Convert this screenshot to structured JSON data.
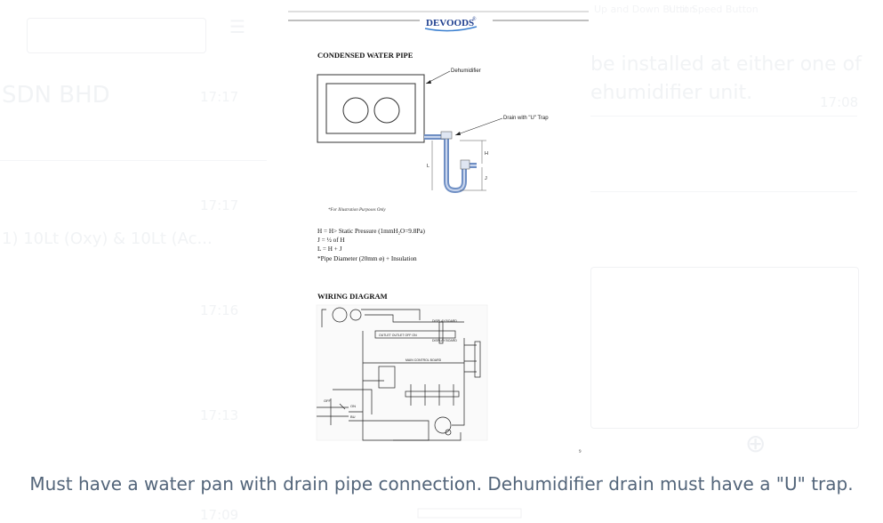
{
  "background": {
    "left_title": "SDN BHD",
    "left_time_1": "17:17",
    "left_time_2": "17:17",
    "left_line_2": "1) 10Lt (Oxy) & 10Lt (Ac...",
    "left_time_3": "17:16",
    "left_time_4": "17:13",
    "left_time_5": "17:09",
    "right_text_1": "be installed at either one of",
    "right_text_2": "ehumidifier unit.",
    "right_time_1": "17:08",
    "right_top_1": "Up and Down\nButton",
    "right_top_2": "Unit Speed\nButton"
  },
  "document": {
    "brand": "DEVOODS",
    "brand_mark": "®",
    "section1_title": "CONDENSED WATER PIPE",
    "label_dehumidifier": "Dehumidifier",
    "label_drain": "Drain with \"U\" Trap",
    "label_L": "L",
    "label_H": "H",
    "label_J": "J",
    "illustration_note": "*For Illustration Purposes Only",
    "formula_1": "H = H> Static Pressure (1mmH₂O=9.8Pa)",
    "formula_2": "J = ½ of H",
    "formula_3": "L = H + J",
    "formula_4": "*Pipe Diameter (20mm ø) + Insulation",
    "section2_title": "WIRING DIAGRAM",
    "wiring_labels": {
      "display_board_1": "DISPLAY BOARD",
      "display_board_2": "DISPLAY BOARD",
      "main_control": "MAIN CONTROL BOARD",
      "terminals": "OUTLET OUTLET OFF ON",
      "off": "OFF",
      "on": "ON",
      "bu": "BU"
    },
    "page_number": "9"
  },
  "caption": "Must have a water pan with drain pipe connection. Dehumidifier drain must have a \"U\" trap.",
  "colors": {
    "caption": "#53657a",
    "brand": "#1f3f8f",
    "pipe": "#6f8fc4"
  }
}
